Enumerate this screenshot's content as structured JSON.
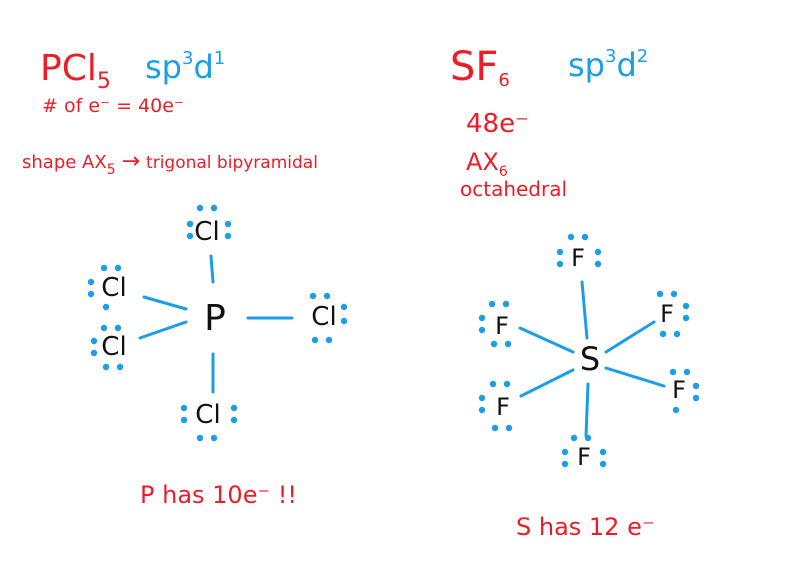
{
  "left": {
    "formula_main": "PCl",
    "formula_sub": "5",
    "hybrid_base": "sp",
    "hybrid_sup1": "3",
    "hybrid_d": "d",
    "hybrid_sup2": "1",
    "electron_count": "# of e⁻ = 40e⁻",
    "shape_prefix": "shape AX",
    "shape_sub": "5",
    "shape_arrow": "→",
    "shape_name": "trigonal bipyramidal",
    "center_atom": "P",
    "ligand_label": "Cl",
    "note": "P has 10e⁻ !!"
  },
  "right": {
    "formula_main": "SF",
    "formula_sub": "6",
    "hybrid_base": "sp",
    "hybrid_sup1": "3",
    "hybrid_d": "d",
    "hybrid_sup2": "2",
    "electron_count": "48e⁻",
    "shape_prefix": "AX",
    "shape_sub": "6",
    "shape_name": "octahedral",
    "center_atom": "S",
    "ligand_label": "F",
    "note": "S has 12 e⁻"
  },
  "colors": {
    "red": "#ee1c25",
    "blue": "#1a9ee8",
    "black": "#111111"
  }
}
